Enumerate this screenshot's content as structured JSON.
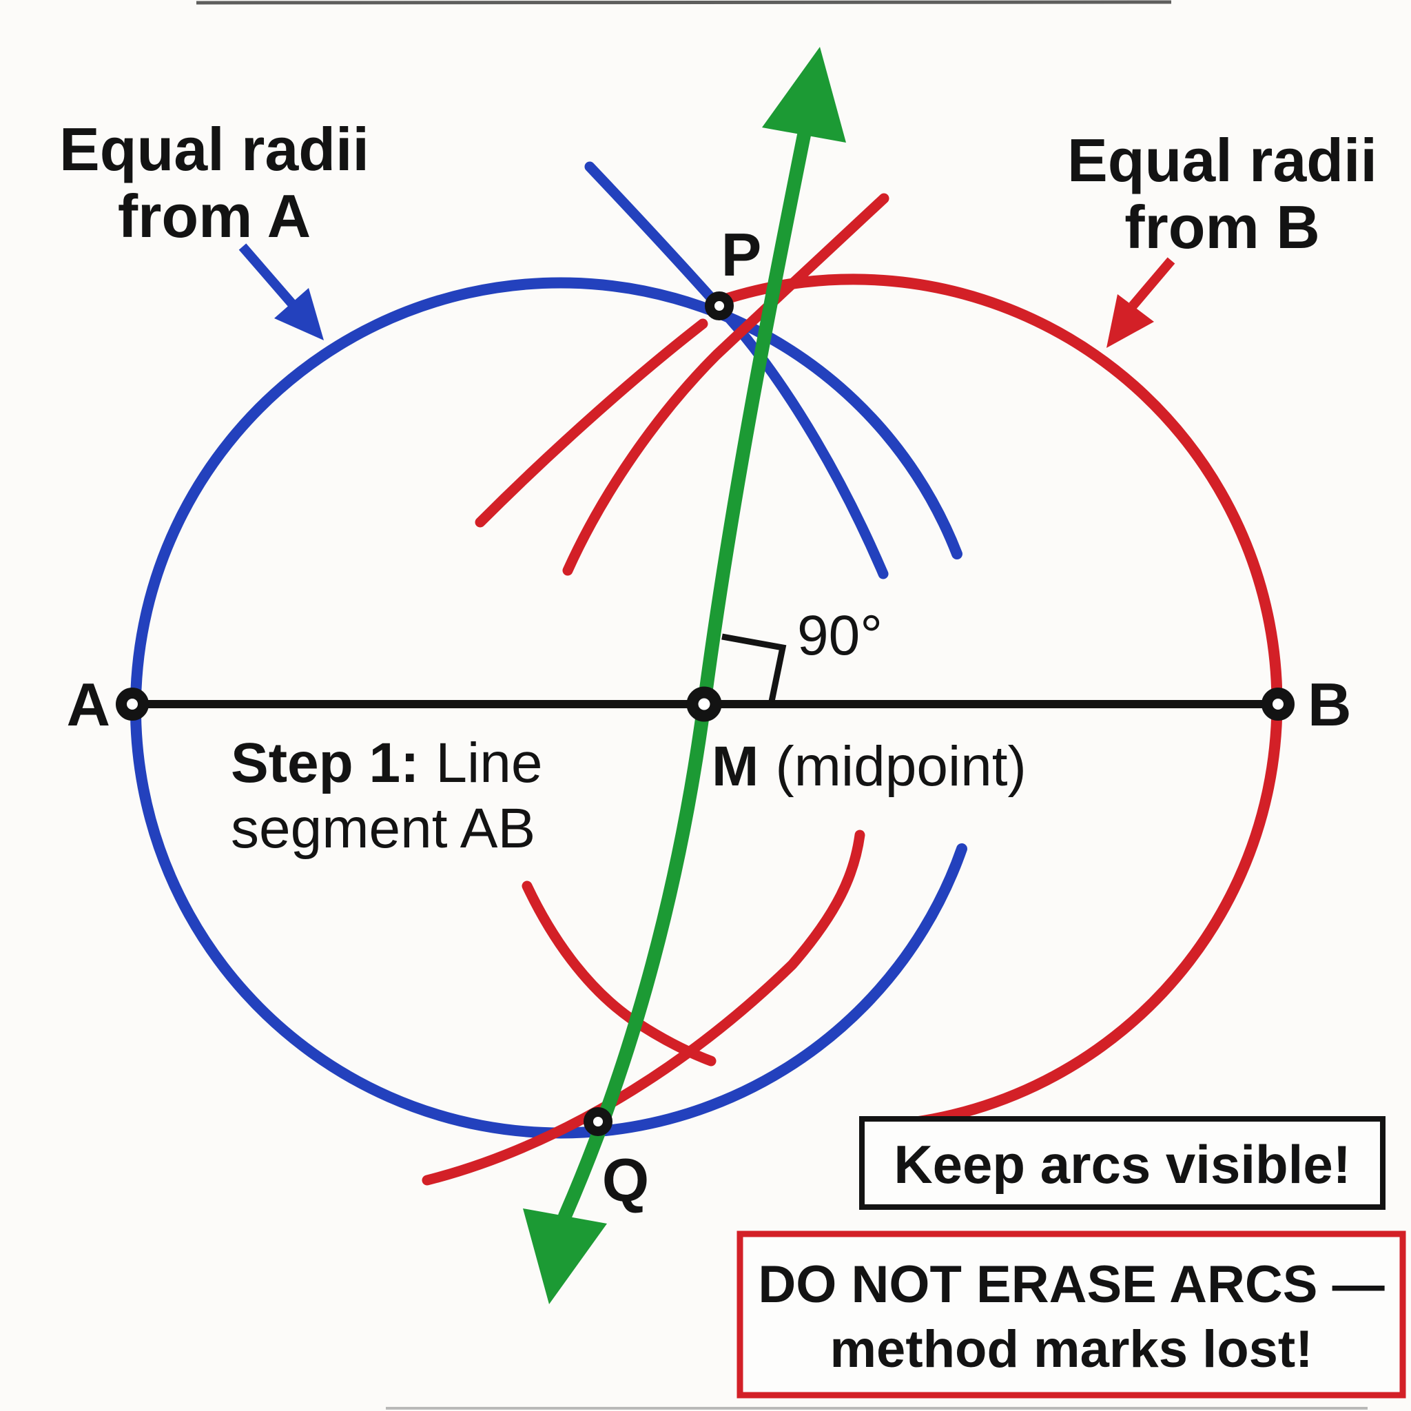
{
  "figure": {
    "points": {
      "a": "A",
      "b": "B",
      "p": "P",
      "q": "Q",
      "m": "M",
      "m_suffix": "(midpoint)"
    },
    "angle_label": "90°",
    "step1": {
      "prefix": "Step 1:",
      "rest": "Line",
      "line2": "segment AB"
    },
    "equal_radii_a": {
      "line1": "Equal radii",
      "line2": "from A"
    },
    "equal_radii_b": {
      "line1": "Equal radii",
      "line2": "from B"
    },
    "callout_keep": {
      "text": "Keep arcs visible!"
    },
    "callout_warning": {
      "line1": "DO NOT ERASE ARCS —",
      "line2": "method marks lost!"
    },
    "colors": {
      "blue": "#2341bd",
      "red": "#d32027",
      "green": "#1c9a34",
      "line": "#131313",
      "background": "#fcfbf9"
    }
  }
}
